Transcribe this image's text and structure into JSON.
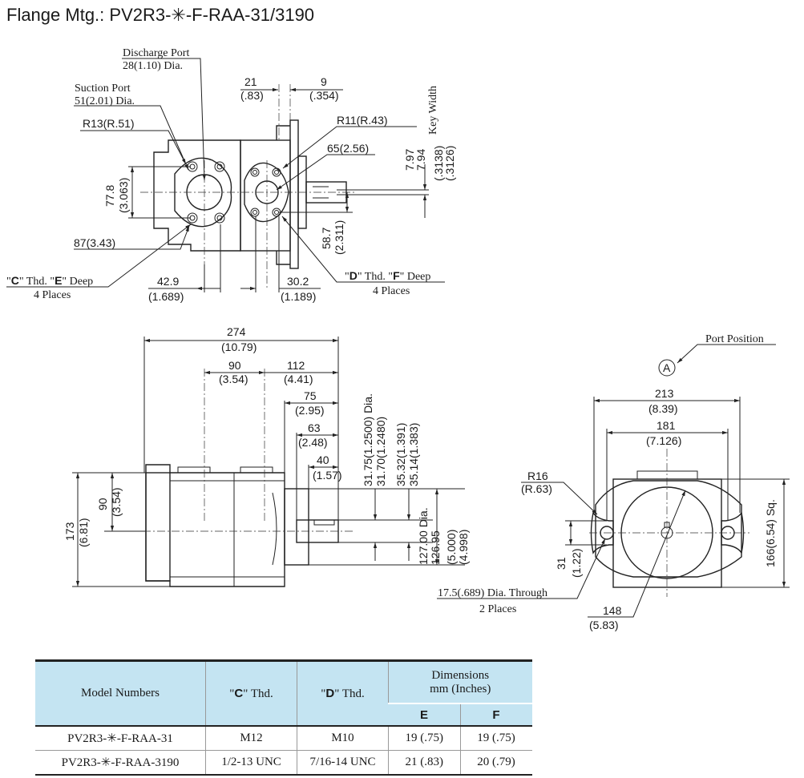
{
  "title": "Flange Mtg.: PV2R3-✳-F-RAA-31/3190",
  "top_view": {
    "discharge_port": "Discharge Port",
    "discharge_dia": "28(1.10) Dia.",
    "suction_port": "Suction Port",
    "suction_dia": "51(2.01) Dia.",
    "r13": "R13(R.51)",
    "r11": "R11(R.43)",
    "d21": "21",
    "d21in": "(.83)",
    "d9": "9",
    "d9in": "(.354)",
    "key_width": "Key Width",
    "k797": "7.97",
    "k794": "7.94",
    "k3138": "(.3138)",
    "k3126": "(.3126)",
    "d65": "65(2.56)",
    "d778": "77.8",
    "d778in": "(3.063)",
    "d587": "58.7",
    "d587in": "(2.311)",
    "d87": "87(3.43)",
    "c_thread_1": "\"",
    "c_letter": "C",
    "c_thread_2": "\" Thd. \"",
    "e_letter": "E",
    "c_thread_3": "\" Deep",
    "c_places": "4 Places",
    "d_thread_1": "\"",
    "d_letter": "D",
    "d_thread_2": "\" Thd. \"",
    "f_letter": "F",
    "d_thread_3": "\" Deep",
    "d_places": "4 Places",
    "d429": "42.9",
    "d429in": "(1.689)",
    "d302": "30.2",
    "d302in": "(1.189)"
  },
  "side_view": {
    "d274": "274",
    "d274in": "(10.79)",
    "d90": "90",
    "d90in": "(3.54)",
    "d112": "112",
    "d112in": "(4.41)",
    "d75": "75",
    "d75in": "(2.95)",
    "d63": "63",
    "d63in": "(2.48)",
    "d40": "40",
    "d40in": "(1.57)",
    "shaft1": "31.75(1.2500) Dia.",
    "shaft2": "31.70(1.2480)",
    "shaft3": "35.32(1.391)",
    "shaft4": "35.14(1.383)",
    "pilot1": "127.00 Dia.",
    "pilot2": "126.95",
    "pilot3": "(5.000)",
    "pilot4": "(4.998)",
    "d173": "173",
    "d173in": "(6.81)",
    "d90v": "90",
    "d90vin": "(3.54)"
  },
  "front_view": {
    "port_position": "Port Position",
    "port_marker": "A",
    "d213": "213",
    "d213in": "(8.39)",
    "d181": "181",
    "d181in": "(7.126)",
    "r16": "R16",
    "r16in": "(R.63)",
    "d166": "166(6.54) Sq.",
    "d31": "31",
    "d31in": "(1.22)",
    "hole": "17.5(.689) Dia. Through",
    "hole_places": "2 Places",
    "d148": "148",
    "d148in": "(5.83)"
  },
  "table": {
    "headers": {
      "model": "Model Numbers",
      "c_pre": "\"",
      "c_letter": "C",
      "c_post": "\" Thd.",
      "d_pre": "\"",
      "d_letter": "D",
      "d_post": "\" Thd.",
      "dims_line1": "Dimensions",
      "dims_line2": "mm (Inches)",
      "e": "E",
      "f": "F"
    },
    "rows": [
      {
        "model": "PV2R3-✳-F-RAA-31",
        "c": "M12",
        "d": "M10",
        "e": "19 (.75)",
        "f": "19 (.75)"
      },
      {
        "model": "PV2R3-✳-F-RAA-3190",
        "c": "1/2-13 UNC",
        "d": "7/16-14 UNC",
        "e": "21 (.83)",
        "f": "20 (.79)"
      }
    ]
  }
}
